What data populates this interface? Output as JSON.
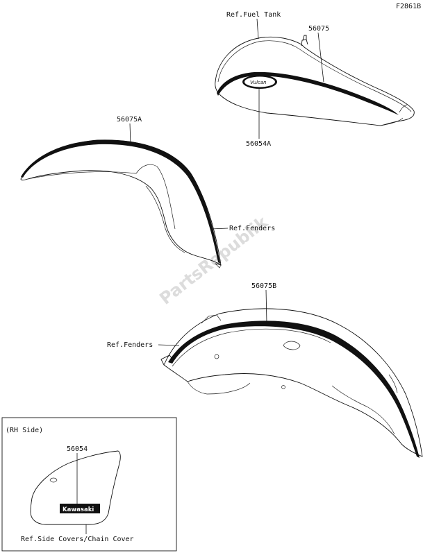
{
  "figure_code": "F2861B",
  "watermark": "PartsRepublik",
  "fuel_tank": {
    "ref_label": "Ref.Fuel Tank",
    "part_stripe": "56075",
    "part_emblem": "56054A",
    "emblem_text": "Vulcan"
  },
  "front_fender": {
    "part_stripe": "56075A",
    "ref_label": "Ref.Fenders"
  },
  "rear_fender": {
    "part_stripe": "56075B",
    "ref_label": "Ref.Fenders"
  },
  "side_cover_inset": {
    "side_label": "(RH Side)",
    "part_decal": "56054",
    "decal_text": "Kawasaki",
    "ref_label": "Ref.Side Covers/Chain Cover"
  }
}
